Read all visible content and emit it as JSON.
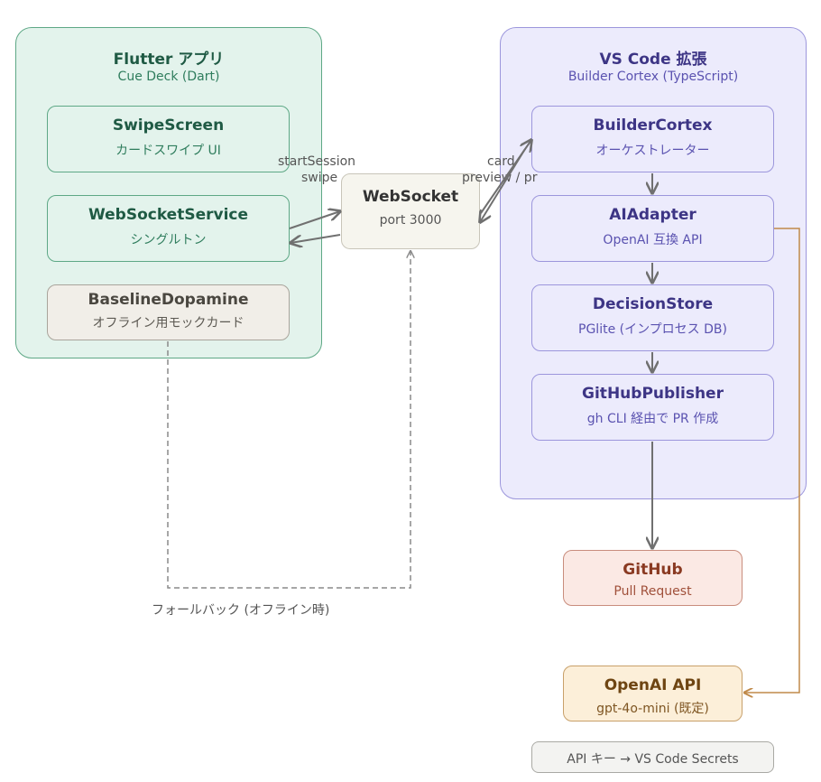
{
  "flutter": {
    "title": "Flutter アプリ",
    "subtitle": "Cue Deck (Dart)",
    "swipe_screen": {
      "title": "SwipeScreen",
      "sub": "カードスワイプ UI"
    },
    "websocket_service": {
      "title": "WebSocketService",
      "sub": "シングルトン"
    },
    "baseline": {
      "title": "BaselineDopamine",
      "sub": "オフライン用モックカード"
    }
  },
  "websocket": {
    "title": "WebSocket",
    "sub": "port 3000"
  },
  "vscode": {
    "title": "VS Code 拡張",
    "subtitle": "Builder Cortex (TypeScript)",
    "builder_cortex": {
      "title": "BuilderCortex",
      "sub": "オーケストレーター"
    },
    "ai_adapter": {
      "title": "AIAdapter",
      "sub": "OpenAI 互換 API"
    },
    "decision_store": {
      "title": "DecisionStore",
      "sub": "PGlite (インプロセス DB)"
    },
    "github_publisher": {
      "title": "GitHubPublisher",
      "sub": "gh CLI 経由で PR 作成"
    }
  },
  "github": {
    "title": "GitHub",
    "sub": "Pull Request"
  },
  "openai": {
    "title": "OpenAI API",
    "sub": "gpt-4o-mini (既定)"
  },
  "api_key_note": "API キー → VS Code Secrets",
  "edge_labels": {
    "start_session": "startSession",
    "swipe": "swipe",
    "card": "card",
    "preview_pr": "preview / pr",
    "fallback": "フォールバック (オフライン時)"
  },
  "colors": {
    "flutter_fill": "#e3f3ec",
    "flutter_stroke": "#5ea886",
    "flutter_text": "#1f5a44",
    "vscode_fill": "#ecebfc",
    "vscode_stroke": "#9c96dc",
    "vscode_text": "#3d3585",
    "github_fill": "#fbe9e4",
    "github_stroke": "#c98d7d",
    "github_text": "#8a3a22",
    "openai_fill": "#fcefd9",
    "openai_stroke": "#c8a06a",
    "openai_text": "#6e4512",
    "arrow": "#707070",
    "openai_arrow": "#c08a4a"
  }
}
